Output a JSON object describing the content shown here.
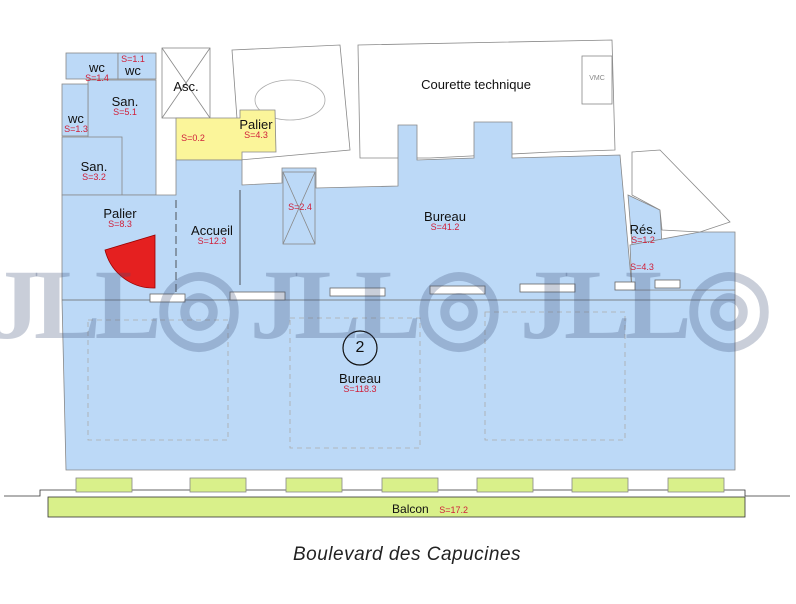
{
  "rooms": {
    "wc1": {
      "name": "wc",
      "area": "S=1.4"
    },
    "wc2": {
      "name": "wc",
      "area": "S=1.1"
    },
    "asc": {
      "name": "Asc."
    },
    "san1": {
      "name": "San.",
      "area": "S=5.1"
    },
    "wc3": {
      "name": "wc",
      "area": "S=1.3"
    },
    "palier_small": {
      "area": "S=0.2"
    },
    "palier_top": {
      "name": "Palier",
      "area": "S=4.3"
    },
    "san2": {
      "name": "San.",
      "area": "S=3.2"
    },
    "palier_left": {
      "name": "Palier",
      "area": "S=8.3"
    },
    "accueil": {
      "name": "Accueil",
      "area": "S=12.3"
    },
    "shaft": {
      "area": "S=2.4"
    },
    "bureau_top": {
      "name": "Bureau",
      "area": "S=41.2"
    },
    "res": {
      "name": "Rés.",
      "area": "S=1.2"
    },
    "corridor": {
      "area": "S=4.3"
    },
    "courette": {
      "name": "Courette technique"
    },
    "vmc": {
      "name": "VMC"
    },
    "bureau_main": {
      "name": "Bureau",
      "area": "S=118.3"
    },
    "balcon": {
      "name": "Balcon",
      "area": "S=17.2"
    }
  },
  "floor_number": "2",
  "street": "Boulevard des Capucines",
  "watermark": "JLL",
  "colors": {
    "office": "#bcd9f7",
    "common": "#fbf59a",
    "balcony": "#d9f08a",
    "area_text": "#d0203a"
  }
}
